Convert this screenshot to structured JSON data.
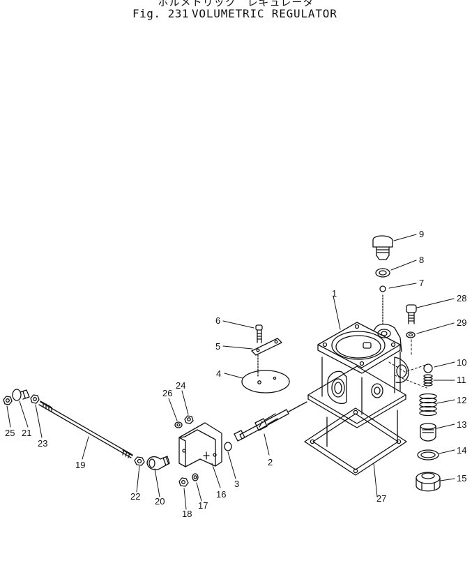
{
  "title": {
    "japanese": "ボルメトリック　レギュレータ",
    "figure": "Fig. 231",
    "name": "VOLUMETRIC REGULATOR"
  },
  "callouts": [
    "1",
    "2",
    "3",
    "4",
    "5",
    "6",
    "7",
    "8",
    "9",
    "10",
    "11",
    "12",
    "13",
    "14",
    "15",
    "16",
    "17",
    "18",
    "19",
    "20",
    "21",
    "22",
    "23",
    "24",
    "25",
    "26",
    "27",
    "28",
    "29"
  ],
  "colors": {
    "ink": "#111111",
    "paper": "#ffffff"
  }
}
